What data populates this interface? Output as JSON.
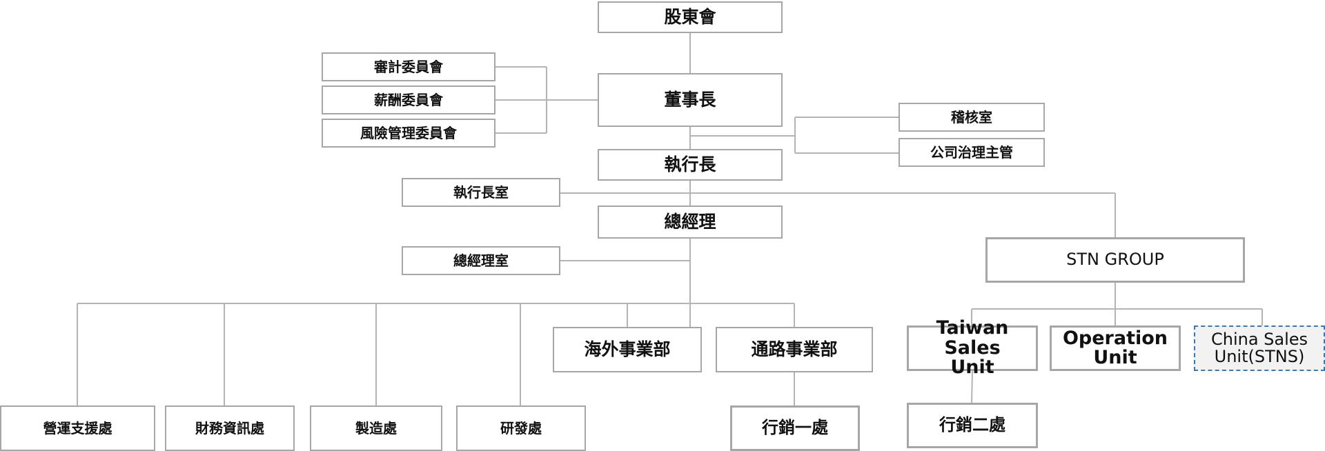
{
  "org_chart": {
    "shareholders": "股東會",
    "chairman": "董事長",
    "audit_committee": "審計委員會",
    "compensation_committee": "薪酬委員會",
    "risk_committee": "風險管理委員會",
    "internal_audit": "稽核室",
    "governance_officer": "公司治理主管",
    "ceo": "執行長",
    "ceo_office": "執行長室",
    "general_manager": "總經理",
    "gm_office": "總經理室",
    "overseas_division": "海外事業部",
    "channel_division": "通路事業部",
    "operations_support": "營運支援處",
    "finance_it": "財務資訊處",
    "manufacturing": "製造處",
    "rd": "研發處",
    "marketing_1": "行銷一處",
    "stn_group": "STN GROUP",
    "taiwan_sales": "Taiwan Sales\nUnit",
    "operation_unit": "Operation\nUnit",
    "china_sales": "China Sales\nUnit(STNS)",
    "marketing_2": "行銷二處"
  }
}
